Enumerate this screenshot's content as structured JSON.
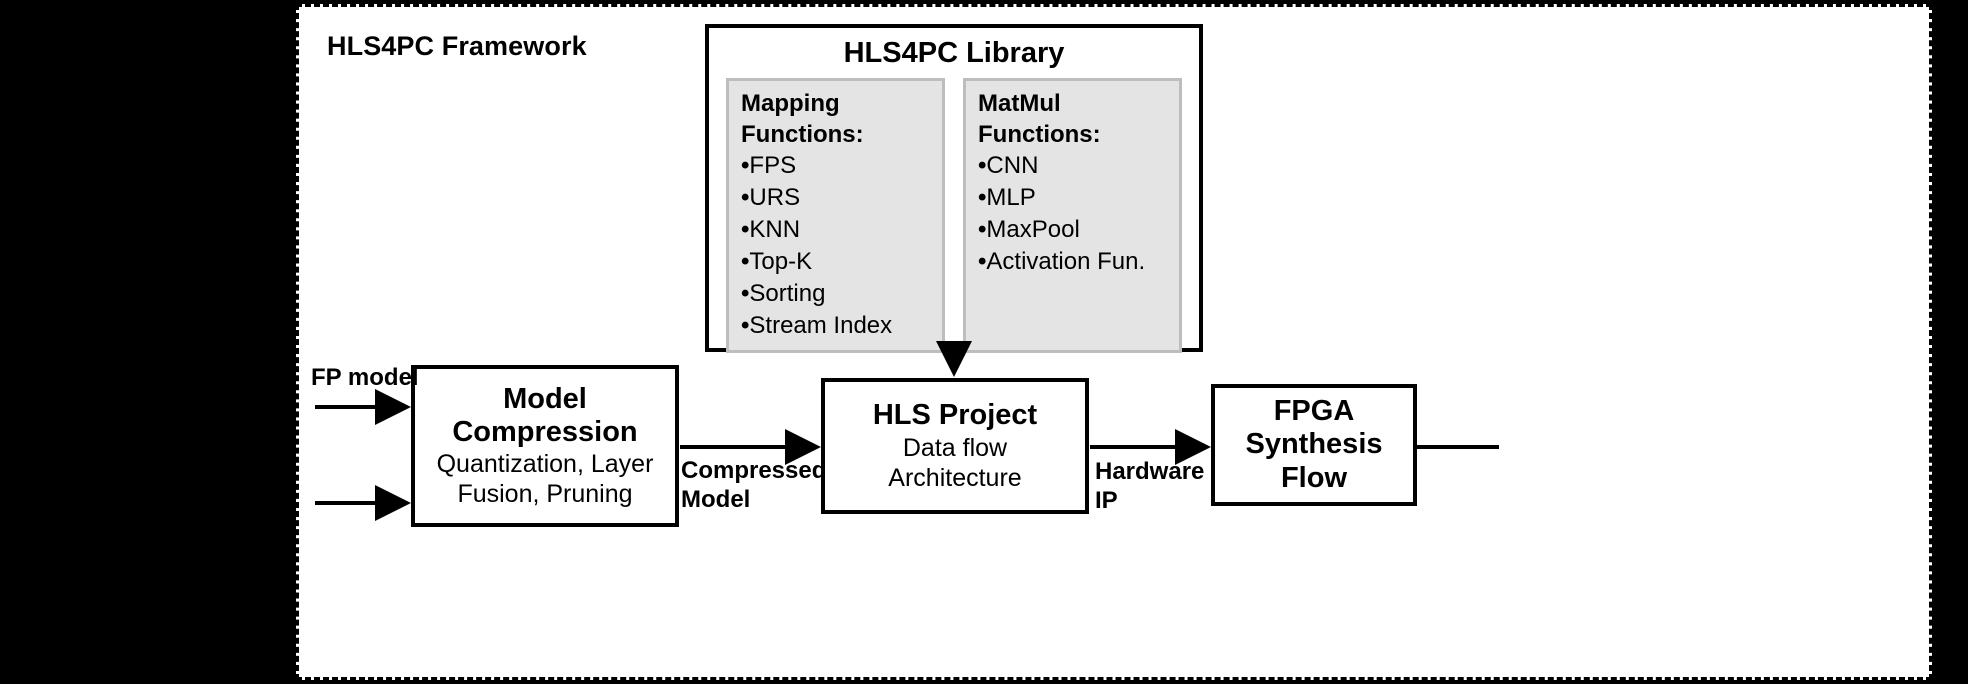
{
  "framework": {
    "title": "HLS4PC Framework"
  },
  "library": {
    "title": "HLS4PC Library",
    "panels": [
      {
        "name": "mapping",
        "title": "Mapping\nFunctions:",
        "items": [
          "FPS",
          "URS",
          "KNN",
          "Top-K",
          "Sorting",
          "Stream Index"
        ]
      },
      {
        "name": "matmul",
        "title": "MatMul\nFunctions:",
        "items": [
          "CNN",
          "MLP",
          "MaxPool",
          "Activation Fun."
        ]
      }
    ]
  },
  "flow": {
    "boxes": [
      {
        "name": "model-compression",
        "title": "Model\nCompression",
        "subtitle": "Quantization, Layer\nFusion, Pruning"
      },
      {
        "name": "hls-project",
        "title": "HLS Project",
        "subtitle": "Data flow\nArchitecture"
      },
      {
        "name": "fpga-synthesis-flow",
        "title": "FPGA\nSynthesis\nFlow",
        "subtitle": ""
      }
    ],
    "labels": {
      "fp_model": "FP model",
      "compressed_model": "Compressed\nModel",
      "hardware_ip": "Hardware\nIP"
    }
  },
  "colors": {
    "panel_fill": "#e4e4e4",
    "panel_border": "#bdbdbd",
    "line": "#000000",
    "page_bg": "#ffffff",
    "outside_bg": "#000000"
  },
  "bullet_glyph": "•"
}
